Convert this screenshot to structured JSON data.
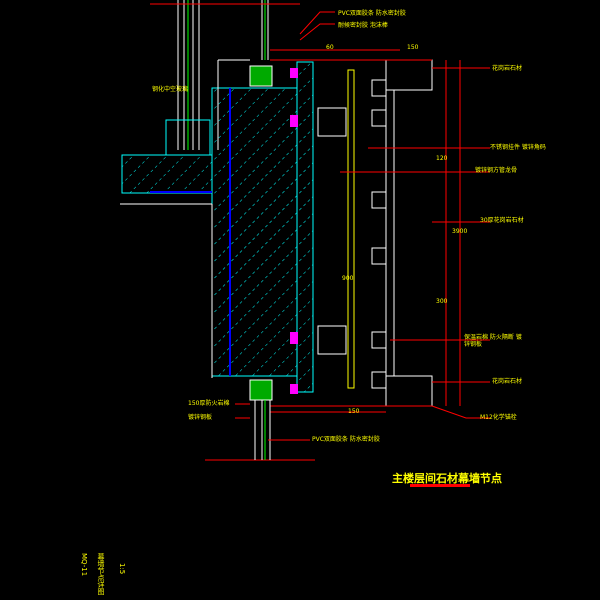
{
  "title": "主楼层间石材幕墙节点",
  "labels": {
    "top1": "PVC双面胶条 防水密封胶",
    "top2": "耐候密封胶 泡沫棒",
    "left1": "钢化中空玻璃",
    "right1": "花岗岩石材",
    "right2": "不锈钢挂件 镀锌角码",
    "right3": "镀锌钢方管龙骨",
    "right4": "30厚花岗岩石材",
    "right5": "保温岩棉 防火隔断 镀锌钢板",
    "right6": "花岗岩石材",
    "right7": "M12化学锚栓",
    "bottom1": "150厚防火岩棉",
    "bottom2": "镀锌钢板",
    "bottom3": "PVC双面胶条 防水密封胶"
  },
  "dimensions": {
    "d1": "60",
    "d2": "150",
    "d3": "120",
    "d4": "300",
    "d5": "3900",
    "d6": "900",
    "d7": "150"
  },
  "sheet": {
    "code": "幕墙节点详图",
    "scale": "1:5",
    "num": "MQ-11"
  },
  "colors": {
    "line": "#ff0000",
    "concrete": "#00ffff",
    "text": "#ffff00",
    "mullion": "#ffffff",
    "accent": "#ff00ff",
    "green": "#00ff00"
  }
}
